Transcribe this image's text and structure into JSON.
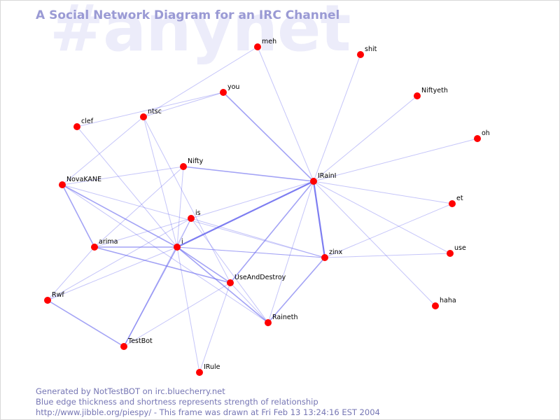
{
  "watermark": "#anynet",
  "title": "A Social Network Diagram for an IRC Channel",
  "footer": {
    "line1": "Generated by NotTestBOT on irc.bluecherry.net",
    "line2": "Blue edge thickness and shortness represents strength of relationship",
    "line3": "http://www.jibble.org/piespy/ - This frame was drawn at Fri Feb 13 13:24:16 EST 2004"
  },
  "colors": {
    "node": "#ff0000",
    "edge": "#6666ee",
    "title": "#9a9ad4",
    "watermark": "#ececfa"
  },
  "graph": {
    "nodes": [
      {
        "id": "meh",
        "label": "meh"
      },
      {
        "id": "shit",
        "label": "shit"
      },
      {
        "id": "you",
        "label": "you"
      },
      {
        "id": "Niftyeth",
        "label": "Niftyeth"
      },
      {
        "id": "clef",
        "label": "clef"
      },
      {
        "id": "ntsc",
        "label": "ntsc"
      },
      {
        "id": "oh",
        "label": "oh"
      },
      {
        "id": "Nifty",
        "label": "Nifty"
      },
      {
        "id": "IRainI",
        "label": "IRainI"
      },
      {
        "id": "NovaKANE",
        "label": "NovaKANE"
      },
      {
        "id": "et",
        "label": "et"
      },
      {
        "id": "is",
        "label": "is"
      },
      {
        "id": "arima",
        "label": "arima"
      },
      {
        "id": "i",
        "label": "i"
      },
      {
        "id": "zinx",
        "label": "zinx"
      },
      {
        "id": "use",
        "label": "use"
      },
      {
        "id": "UseAndDestroy",
        "label": "UseAndDestroy"
      },
      {
        "id": "Rwf",
        "label": "Rwf"
      },
      {
        "id": "haha",
        "label": "haha"
      },
      {
        "id": "Raineth",
        "label": "Raineth"
      },
      {
        "id": "TestBot",
        "label": "TestBot"
      },
      {
        "id": "IRule",
        "label": "IRule"
      }
    ],
    "edges": [
      {
        "source": "IRainI",
        "target": "meh",
        "weight": 1
      },
      {
        "source": "IRainI",
        "target": "shit",
        "weight": 1
      },
      {
        "source": "IRainI",
        "target": "Niftyeth",
        "weight": 1
      },
      {
        "source": "IRainI",
        "target": "oh",
        "weight": 1
      },
      {
        "source": "IRainI",
        "target": "et",
        "weight": 1
      },
      {
        "source": "IRainI",
        "target": "use",
        "weight": 1
      },
      {
        "source": "IRainI",
        "target": "haha",
        "weight": 1
      },
      {
        "source": "IRainI",
        "target": "Raineth",
        "weight": 1
      },
      {
        "source": "IRainI",
        "target": "you",
        "weight": 2
      },
      {
        "source": "IRainI",
        "target": "Nifty",
        "weight": 2
      },
      {
        "source": "IRainI",
        "target": "is",
        "weight": 1
      },
      {
        "source": "IRainI",
        "target": "i",
        "weight": 3
      },
      {
        "source": "IRainI",
        "target": "UseAndDestroy",
        "weight": 2
      },
      {
        "source": "IRainI",
        "target": "zinx",
        "weight": 3
      },
      {
        "source": "zinx",
        "target": "Raineth",
        "weight": 2
      },
      {
        "source": "zinx",
        "target": "use",
        "weight": 1
      },
      {
        "source": "zinx",
        "target": "et",
        "weight": 1
      },
      {
        "source": "zinx",
        "target": "i",
        "weight": 1
      },
      {
        "source": "zinx",
        "target": "is",
        "weight": 1
      },
      {
        "source": "zinx",
        "target": "NovaKANE",
        "weight": 1
      },
      {
        "source": "meh",
        "target": "ntsc",
        "weight": 1
      },
      {
        "source": "you",
        "target": "ntsc",
        "weight": 1
      },
      {
        "source": "you",
        "target": "clef",
        "weight": 1
      },
      {
        "source": "ntsc",
        "target": "NovaKANE",
        "weight": 1
      },
      {
        "source": "ntsc",
        "target": "i",
        "weight": 1
      },
      {
        "source": "ntsc",
        "target": "UseAndDestroy",
        "weight": 1
      },
      {
        "source": "clef",
        "target": "i",
        "weight": 1
      },
      {
        "source": "Nifty",
        "target": "NovaKANE",
        "weight": 1
      },
      {
        "source": "Nifty",
        "target": "arima",
        "weight": 1
      },
      {
        "source": "Nifty",
        "target": "i",
        "weight": 1
      },
      {
        "source": "NovaKANE",
        "target": "i",
        "weight": 2
      },
      {
        "source": "NovaKANE",
        "target": "arima",
        "weight": 2
      },
      {
        "source": "NovaKANE",
        "target": "Raineth",
        "weight": 1
      },
      {
        "source": "is",
        "target": "arima",
        "weight": 1
      },
      {
        "source": "is",
        "target": "i",
        "weight": 1
      },
      {
        "source": "is",
        "target": "Rwf",
        "weight": 1
      },
      {
        "source": "is",
        "target": "Raineth",
        "weight": 1
      },
      {
        "source": "is",
        "target": "TestBot",
        "weight": 1
      },
      {
        "source": "arima",
        "target": "i",
        "weight": 2
      },
      {
        "source": "arima",
        "target": "UseAndDestroy",
        "weight": 2
      },
      {
        "source": "arima",
        "target": "Rwf",
        "weight": 1
      },
      {
        "source": "i",
        "target": "UseAndDestroy",
        "weight": 2
      },
      {
        "source": "i",
        "target": "Raineth",
        "weight": 2
      },
      {
        "source": "i",
        "target": "TestBot",
        "weight": 2
      },
      {
        "source": "i",
        "target": "IRule",
        "weight": 1
      },
      {
        "source": "i",
        "target": "Rwf",
        "weight": 1
      },
      {
        "source": "i",
        "target": "zinx",
        "weight": 1
      },
      {
        "source": "UseAndDestroy",
        "target": "TestBot",
        "weight": 1
      },
      {
        "source": "UseAndDestroy",
        "target": "IRule",
        "weight": 1
      },
      {
        "source": "UseAndDestroy",
        "target": "Raineth",
        "weight": 1
      },
      {
        "source": "Rwf",
        "target": "TestBot",
        "weight": 2
      }
    ]
  }
}
